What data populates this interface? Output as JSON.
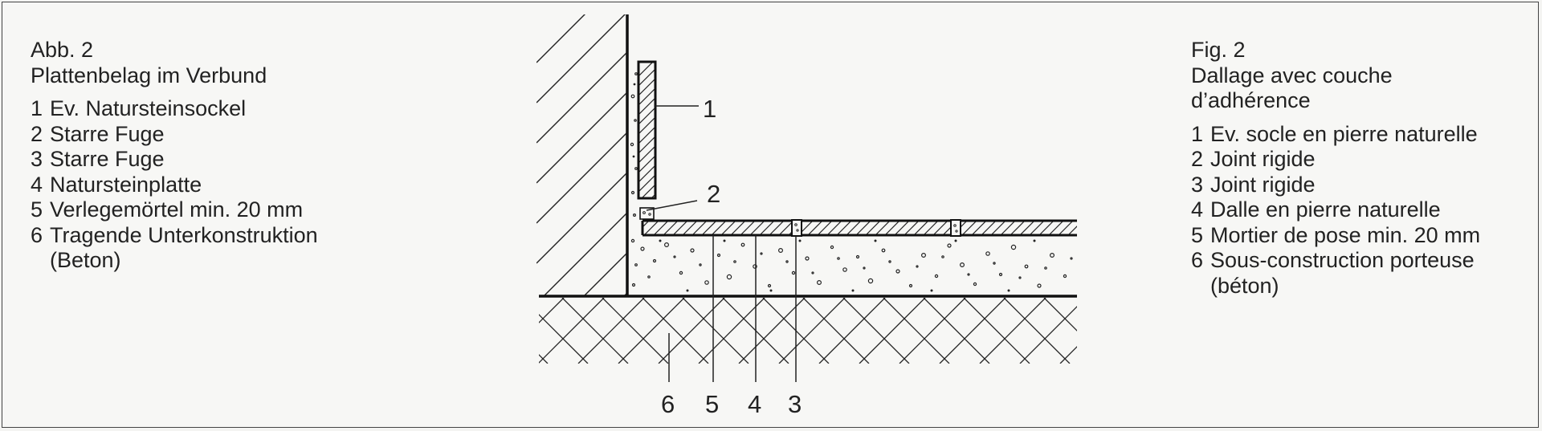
{
  "legend_de": {
    "fig": "Abb. 2",
    "title": "Plattenbelag im Verbund",
    "items": [
      {
        "num": "1",
        "text": "Ev. Natursteinsockel",
        "sub": ""
      },
      {
        "num": "2",
        "text": "Starre Fuge",
        "sub": ""
      },
      {
        "num": "3",
        "text": "Starre Fuge",
        "sub": ""
      },
      {
        "num": "4",
        "text": "Natursteinplatte",
        "sub": ""
      },
      {
        "num": "5",
        "text": "Verlegemörtel min. 20 mm",
        "sub": ""
      },
      {
        "num": "6",
        "text": "Tragende Unterkonstruktion",
        "sub": "(Beton)"
      }
    ]
  },
  "legend_fr": {
    "fig": "Fig. 2",
    "title_line1": "Dallage avec couche",
    "title_line2": "d’adhérence",
    "items": [
      {
        "num": "1",
        "text": "Ev. socle en pierre naturelle",
        "sub": ""
      },
      {
        "num": "2",
        "text": "Joint rigide",
        "sub": ""
      },
      {
        "num": "3",
        "text": "Joint rigide",
        "sub": ""
      },
      {
        "num": "4",
        "text": "Dalle en pierre naturelle",
        "sub": ""
      },
      {
        "num": "5",
        "text": "Mortier de pose min. 20 mm",
        "sub": ""
      },
      {
        "num": "6",
        "text": "Sous-construction porteuse",
        "sub": "(béton)"
      }
    ]
  },
  "callouts": {
    "c1": "1",
    "c2": "2",
    "c3": "3",
    "c4": "4",
    "c5": "5",
    "c6": "6"
  },
  "colors": {
    "ink": "#222222",
    "paper": "#f7f7f5",
    "frame": "#444444"
  }
}
